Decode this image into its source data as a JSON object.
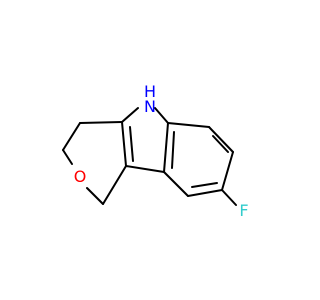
{
  "molecule": {
    "atoms": [
      {
        "id": "nh",
        "label": "H",
        "color": "#0000ff"
      },
      {
        "id": "n",
        "label": "N",
        "color": "#0000ff"
      },
      {
        "id": "o",
        "label": "O",
        "color": "#ff0000"
      },
      {
        "id": "f",
        "label": "F",
        "color": "#33cccc"
      }
    ]
  }
}
